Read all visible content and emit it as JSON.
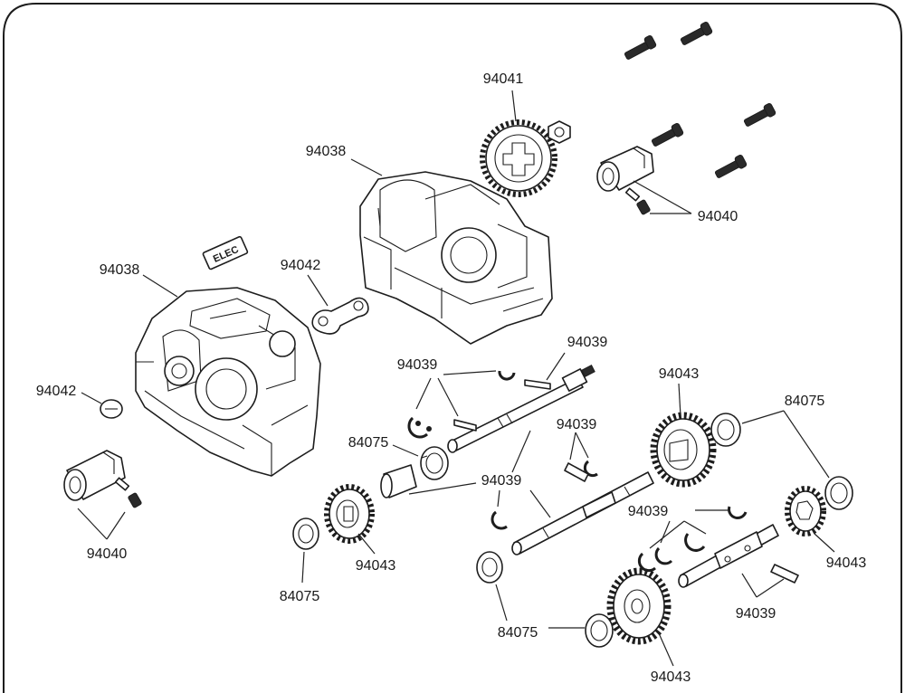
{
  "diagram": {
    "emblem_text": "ELEC",
    "part_numbers": {
      "p94041": "94041",
      "p94038_top": "94038",
      "p94038_left": "94038",
      "p94042_top": "94042",
      "p94042_left": "94042",
      "p94040_right": "94040",
      "p94040_left": "94040",
      "p94039_a": "94039",
      "p94039_b": "94039",
      "p94039_c": "94039",
      "p94039_d": "94039",
      "p94039_e": "94039",
      "p94039_f": "94039",
      "p94043_a": "94043",
      "p94043_b": "94043",
      "p94043_c": "94043",
      "p94043_d": "94043",
      "p84075_a": "84075",
      "p84075_b": "84075",
      "p84075_c": "84075",
      "p84075_d": "84075"
    }
  }
}
